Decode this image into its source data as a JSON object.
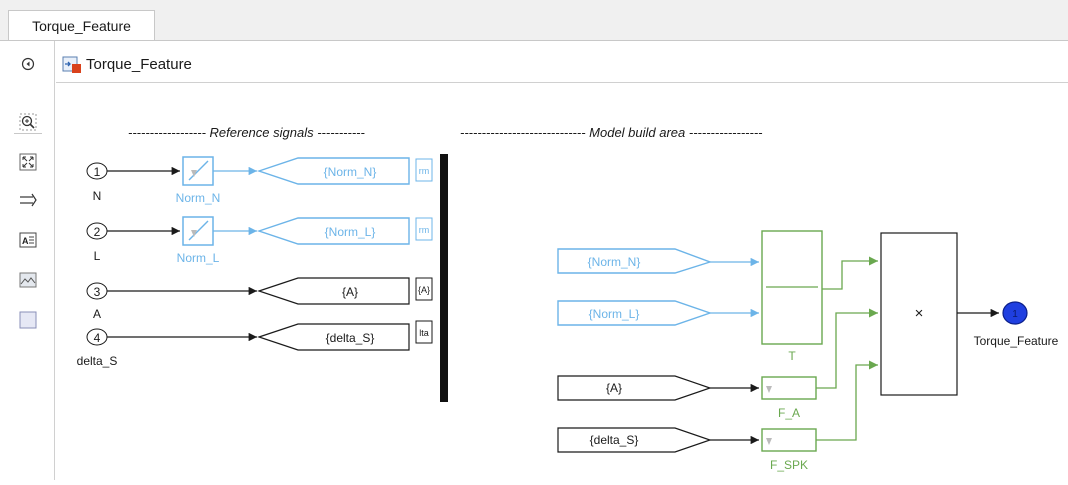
{
  "tab": {
    "label": "Torque_Feature"
  },
  "breadcrumb": {
    "label": "Torque_Feature"
  },
  "toolbar": {
    "icons": [
      "hide-explorer-icon",
      "zoom-icon",
      "fit-to-view-icon",
      "signal-arrows-icon",
      "annotation-icon",
      "image-icon",
      "area-icon"
    ]
  },
  "diagram": {
    "headers": {
      "reference": "------------------ Reference signals -----------",
      "model": "----------------------------- Model build area -----------------"
    },
    "inports": [
      {
        "num": "1",
        "name": "N"
      },
      {
        "num": "2",
        "name": "L"
      },
      {
        "num": "3",
        "name": "A"
      },
      {
        "num": "4",
        "name": "delta_S"
      }
    ],
    "norm_blocks": [
      "Norm_N",
      "Norm_L"
    ],
    "gotos": [
      "{Norm_N}",
      "{Norm_L}",
      "{A}",
      "{delta_S}"
    ],
    "goto_tags": [
      "rm",
      "rm",
      "{A}",
      "lta"
    ],
    "froms": [
      "{Norm_N}",
      "{Norm_L}",
      "{A}",
      "{delta_S}"
    ],
    "tables": [
      "T",
      "F_A",
      "F_SPK"
    ],
    "product_sign": "×",
    "outport": {
      "num": "1",
      "name": "Torque_Feature"
    }
  },
  "colors": {
    "reference": "#6cb4e8",
    "green": "#6aa84f",
    "dark": "#1a1a1a",
    "outport": "#1f3fe0"
  }
}
